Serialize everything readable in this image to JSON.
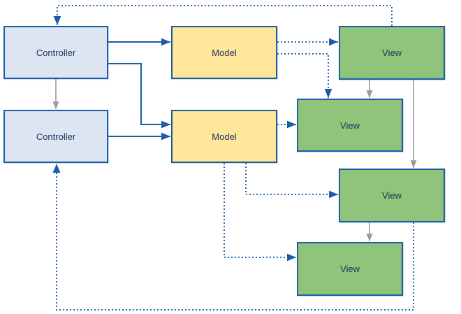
{
  "diagram": {
    "nodes": [
      {
        "id": "controller-1",
        "label": "Controller",
        "type": "controller"
      },
      {
        "id": "controller-2",
        "label": "Controller",
        "type": "controller"
      },
      {
        "id": "model-1",
        "label": "Model",
        "type": "model"
      },
      {
        "id": "model-2",
        "label": "Model",
        "type": "model"
      },
      {
        "id": "view-1",
        "label": "View",
        "type": "view"
      },
      {
        "id": "view-2",
        "label": "View",
        "type": "view"
      },
      {
        "id": "view-3",
        "label": "View",
        "type": "view"
      },
      {
        "id": "view-4",
        "label": "View",
        "type": "view"
      }
    ],
    "edges": [
      {
        "from": "controller-1",
        "to": "model-1",
        "style": "solid-blue"
      },
      {
        "from": "controller-1",
        "to": "model-2",
        "style": "solid-blue"
      },
      {
        "from": "controller-2",
        "to": "model-2",
        "style": "solid-blue"
      },
      {
        "from": "controller-1",
        "to": "controller-2",
        "style": "gray"
      },
      {
        "from": "view-1",
        "to": "view-2",
        "style": "gray"
      },
      {
        "from": "view-1",
        "to": "view-3",
        "style": "gray"
      },
      {
        "from": "view-3",
        "to": "view-4",
        "style": "gray"
      },
      {
        "from": "model-1",
        "to": "view-1",
        "style": "dotted-blue"
      },
      {
        "from": "model-1",
        "to": "view-2",
        "style": "dotted-blue"
      },
      {
        "from": "model-2",
        "to": "view-2",
        "style": "dotted-blue"
      },
      {
        "from": "model-2",
        "to": "view-3",
        "style": "dotted-blue"
      },
      {
        "from": "model-2",
        "to": "view-4",
        "style": "dotted-blue"
      },
      {
        "from": "view-1",
        "to": "controller-1",
        "style": "dotted-blue"
      },
      {
        "from": "view-3",
        "to": "controller-2",
        "style": "dotted-blue"
      }
    ],
    "colors": {
      "controller_fill": "#DCE5F1",
      "model_fill": "#FFE699",
      "view_fill": "#90C47A",
      "border": "#1C5CA5",
      "arrow_solid": "#1C5CA5",
      "arrow_dotted": "#2467AF",
      "arrow_gray": "#9A9A9A",
      "text": "#17365D",
      "background": "#FFFFFF"
    }
  }
}
